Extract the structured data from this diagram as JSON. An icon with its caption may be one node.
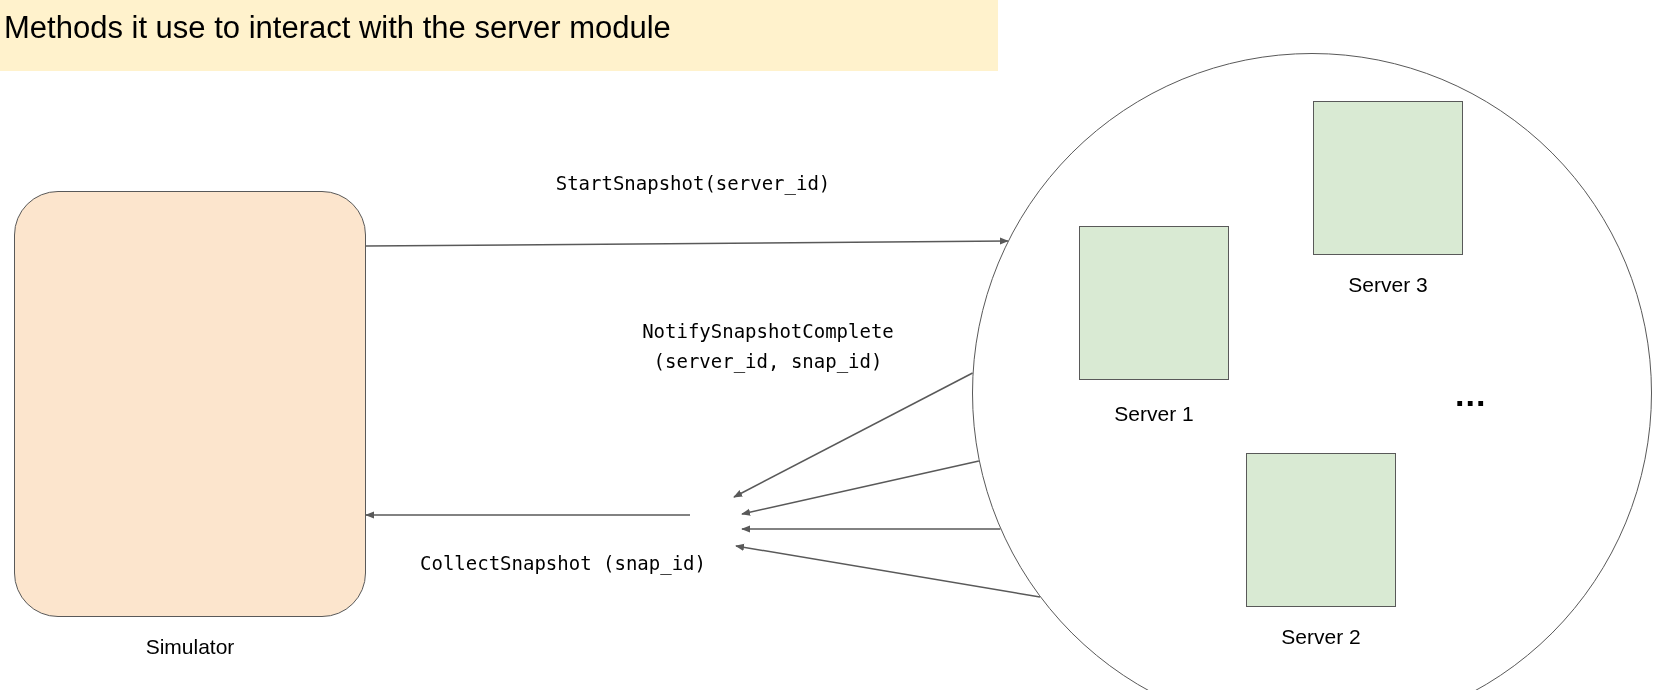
{
  "diagram": {
    "title": "Methods it use to interact with the server module",
    "nodes": [
      {
        "text": [
          "Simulator"
        ]
      },
      {
        "text": [],
        "shape": "circle"
      },
      {
        "text": [
          "Server 3"
        ],
        "in": 1
      },
      {
        "text": [
          "Server 1"
        ],
        "in": 1
      },
      {
        "text": [
          "Server 2"
        ],
        "in": 1
      }
    ],
    "edges": [
      {
        "from": 0,
        "to": 1,
        "arrow": "to",
        "label": "StartSnapshot(server_id)"
      },
      {
        "from": 1,
        "to": null,
        "arrow": "to",
        "label": "NotifySnapshotComplete (server_id, snap_id)"
      },
      {
        "from": 1,
        "to": null,
        "arrow": "to"
      },
      {
        "from": 1,
        "to": null,
        "arrow": "to"
      },
      {
        "from": 1,
        "to": null,
        "arrow": "to"
      },
      {
        "from": null,
        "to": 0,
        "arrow": "to",
        "label": "CollectSnapshot (snap_id)"
      }
    ],
    "labels": [
      "..."
    ]
  }
}
